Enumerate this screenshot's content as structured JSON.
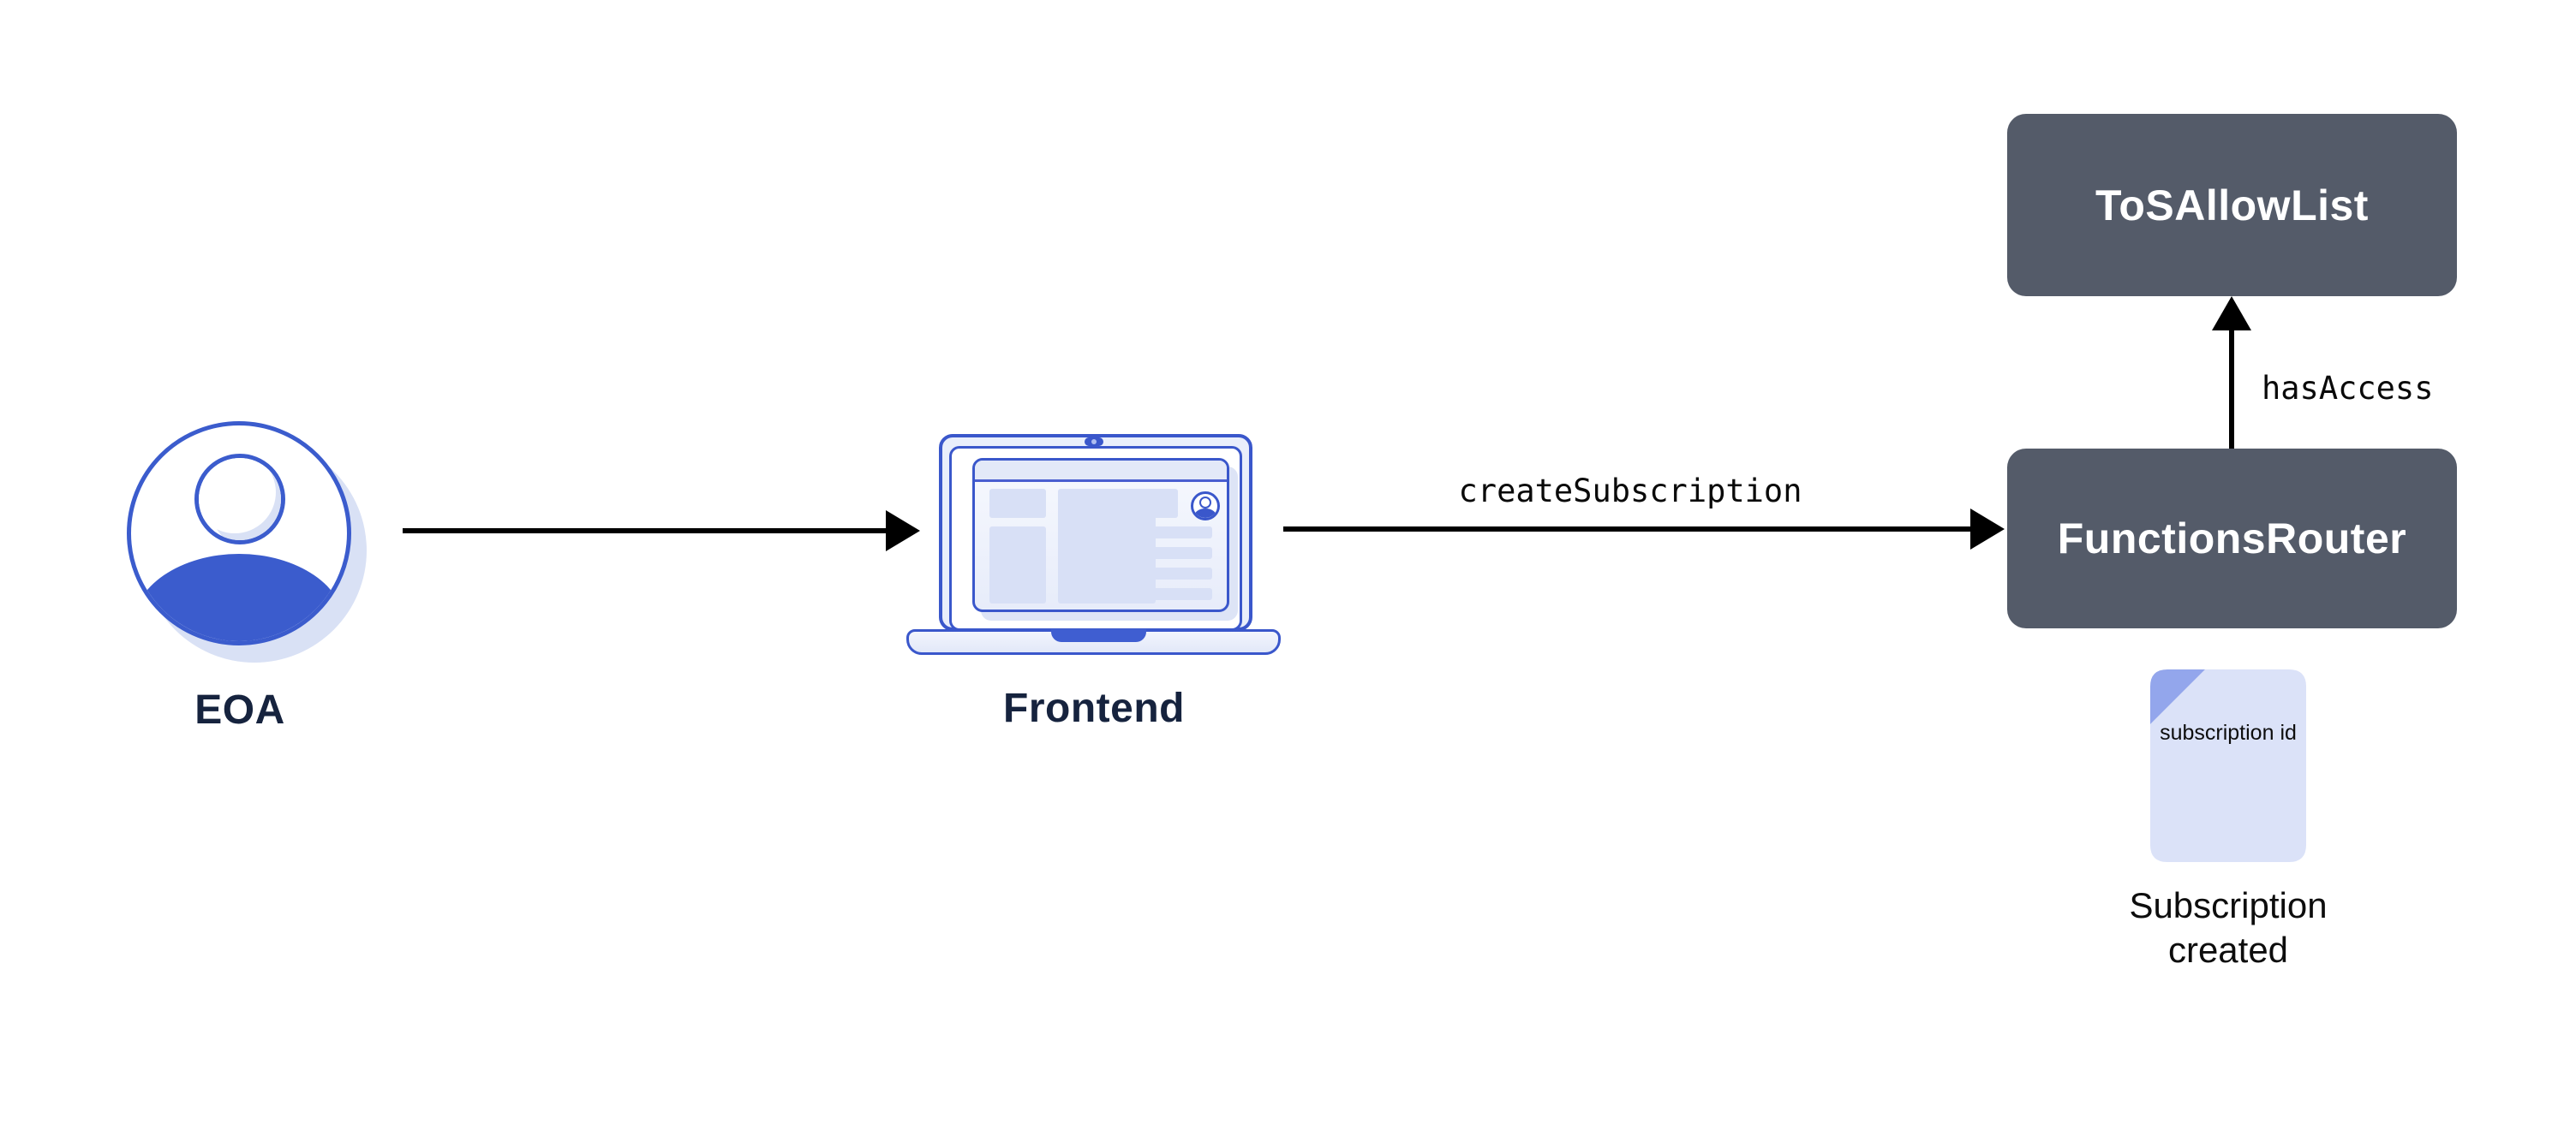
{
  "nodes": {
    "eoa": {
      "label": "EOA"
    },
    "frontend": {
      "label": "Frontend"
    },
    "functions_router": {
      "label": "FunctionsRouter"
    },
    "tos_allow_list": {
      "label": "ToSAllowList"
    },
    "subscription_doc": {
      "doc_text": "subscription id",
      "caption": "Subscription created"
    }
  },
  "edges": {
    "eoa_to_frontend": {
      "label": ""
    },
    "frontend_to_functions_router": {
      "label": "createSubscription"
    },
    "functions_router_to_tos_allow_list": {
      "label": "hasAccess"
    }
  },
  "colors": {
    "primary_blue": "#3a57cb",
    "avatar_blue": "#3b5ccd",
    "light_blue_fill": "#dbe2f8",
    "shadow_blue": "#d9e1f5",
    "fold_blue": "#93a6ec",
    "contract_box": "#545b69",
    "contract_box_text": "#ffffff",
    "node_label_text": "#16233e",
    "caption_text": "#0d0d0d",
    "arrow": "#000000",
    "background": "#ffffff"
  }
}
